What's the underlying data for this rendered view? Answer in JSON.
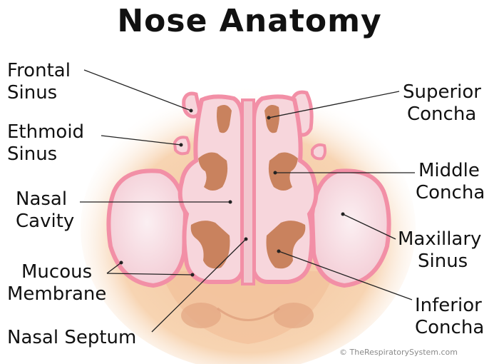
{
  "title": "Nose Anatomy",
  "labels": {
    "frontal_sinus": [
      "Frontal",
      "Sinus"
    ],
    "ethmoid_sinus": [
      "Ethmoid",
      "Sinus"
    ],
    "nasal_cavity": [
      "Nasal",
      "Cavity"
    ],
    "mucous_membrane": [
      "Mucous",
      "Membrane"
    ],
    "nasal_septum": [
      "Nasal Septum"
    ],
    "superior_concha": [
      "Superior",
      "Concha"
    ],
    "middle_concha": [
      "Middle",
      "Concha"
    ],
    "maxillary_sinus": [
      "Maxillary",
      "Sinus"
    ],
    "inferior_concha": [
      "Inferior",
      "Concha"
    ]
  },
  "copyright": "©  TheRespiratorySystem.com",
  "colors": {
    "skin": "#f6cfa9",
    "membrane": "#f28fa6",
    "cavity": "#f7d6dc",
    "concha": "#c9825e",
    "leader": "#222222"
  }
}
